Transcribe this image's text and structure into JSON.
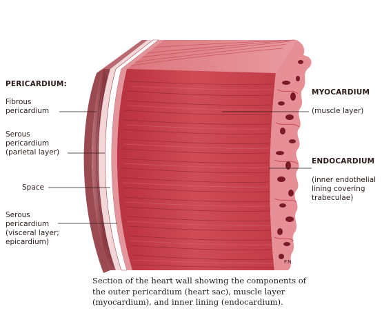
{
  "labels": {
    "pericardium_heading": "PERICARDIUM:",
    "fibrous": "Fibrous\npericardium",
    "serous_parietal": "Serous\npericardium\n(parietal layer)",
    "space": "Space",
    "serous_visceral": "Serous\npericardium\n(visceral layer;\nepicardium)",
    "myocardium": "MYOCARDIUM",
    "myocardium_desc": "(muscle layer)",
    "endocardium": "ENDOCARDIUM",
    "endocardium_desc": "(inner endothelial\nlining covering\ntrabeculae)",
    "signature": "F.N."
  },
  "caption": "Section of the heart wall showing the components of\nthe outer pericardium (heart sac), muscle layer\n(myocardium), and inner lining (endocardium).",
  "colors": {
    "muscle": "#c8434e",
    "muscle_dark": "#8e2330",
    "muscle_light": "#e27880",
    "pericardium": "#e8a4a9",
    "fibrous": "#9c4a52",
    "endocardium": "#f1b9bd",
    "text": "#2b1d1a"
  }
}
